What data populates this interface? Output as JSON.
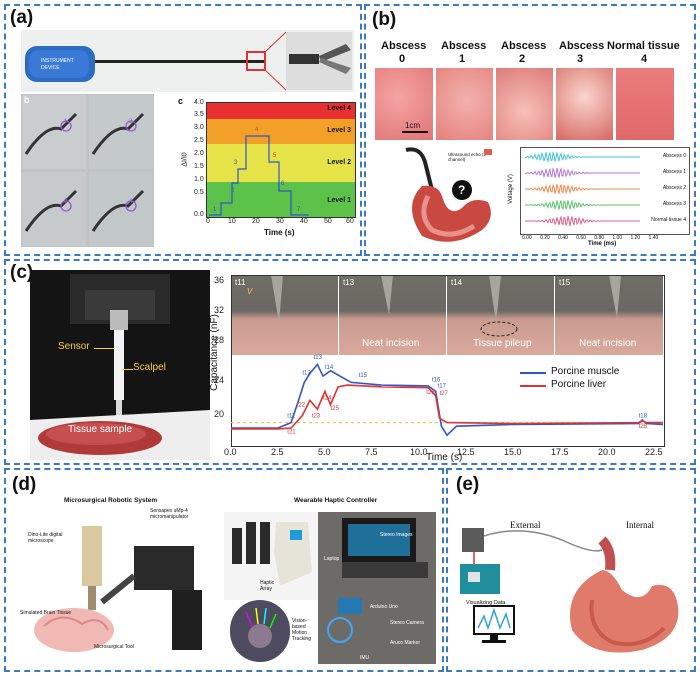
{
  "panels": {
    "a": {
      "label": "(a)"
    },
    "b": {
      "label": "(b)"
    },
    "c": {
      "label": "(c)"
    },
    "d": {
      "label": "(d)"
    },
    "e": {
      "label": "(e)"
    }
  },
  "panel_a": {
    "inset_b_label": "b",
    "inset_c_label": "c",
    "photo_markers": [
      "1",
      "2",
      "3",
      "4"
    ],
    "chart": {
      "ylabel": "ΔI/I0",
      "xlabel": "Time (s)",
      "levels": [
        "Level 1",
        "Level 2",
        "Level 3",
        "Level 4"
      ],
      "y_ticks": [
        "0.0",
        "0.5",
        "1.0",
        "1.5",
        "2.0",
        "2.5",
        "3.0",
        "3.5",
        "4.0"
      ],
      "x_ticks": [
        "0",
        "10",
        "20",
        "30",
        "40",
        "50",
        "60"
      ],
      "markers": [
        "1",
        "2",
        "3",
        "4",
        "5",
        "6",
        "7"
      ]
    }
  },
  "panel_b": {
    "tissue_labels": [
      {
        "title": "Abscess",
        "num": "0"
      },
      {
        "title": "Abscess",
        "num": "1"
      },
      {
        "title": "Abscess",
        "num": "2"
      },
      {
        "title": "Abscess",
        "num": "3"
      },
      {
        "title": "Normal tissue",
        "num": "4"
      }
    ],
    "scale_label": "1cm",
    "probe_label": "Ultrasound echo (1 channel)",
    "question_mark": "?",
    "signal": {
      "ylabel": "Voltage (V)",
      "xlabel": "Time (ms)",
      "rows": [
        "Abscess 0",
        "Abscess 1",
        "Abscess 2",
        "Abscess 3",
        "Normal tissue 4"
      ],
      "row_colors": [
        "#3ec7d6",
        "#b476d6",
        "#f08a4b",
        "#5cc26a",
        "#e35d8a"
      ],
      "x_ticks": [
        "0.00",
        "0.20",
        "0.40",
        "0.60",
        "0.80",
        "1.00",
        "1.20",
        "1.40"
      ]
    }
  },
  "panel_c": {
    "photo_labels": {
      "sensor": "Sensor",
      "scalpel": "Scalpel",
      "tissue": "Tissue sample"
    },
    "strip_labels": [
      "t11",
      "t13",
      "t14",
      "t15"
    ],
    "v_label": "V",
    "strip_captions": [
      "Neat incision",
      "Tissue pileup",
      "Neat incision"
    ],
    "ylabel": "Capacitance (nF)",
    "xlabel": "Time (s)",
    "y_ticks": [
      "20",
      "24",
      "28",
      "32",
      "36"
    ],
    "x_ticks": [
      "0.0",
      "2.5",
      "5.0",
      "7.5",
      "10.0",
      "12.5",
      "15.0",
      "17.5",
      "20.0",
      "22.5"
    ],
    "legend": [
      {
        "name": "Porcine muscle",
        "color": "#2f55c9"
      },
      {
        "name": "Porcine liver",
        "color": "#e03232"
      }
    ],
    "annotations_blue": [
      "t11",
      "t12",
      "t13",
      "t14",
      "t15",
      "t16",
      "t17",
      "t18"
    ],
    "annotations_red": [
      "t21",
      "t22",
      "t23",
      "t24",
      "t25",
      "t26",
      "t27",
      "t28"
    ]
  },
  "panel_d": {
    "left_title": "Microsurgical Robotic System",
    "right_title": "Wearable Haptic Controller",
    "left_labels": [
      "Dino-Lite digital microscope",
      "Sensapex uMp-4 micromanipulator",
      "Simulated Brain Tissue",
      "Microsurgical Tool"
    ],
    "right_labels": [
      "Haptic Array",
      "Vision-based Motion Tracking",
      "Stereo Images",
      "Laptop",
      "Arduino Uno",
      "Stereo Camera",
      "Aruco Marker",
      "IMU"
    ]
  },
  "panel_e": {
    "external": "External",
    "internal": "Internal",
    "visualizing": "Visualizing Data"
  }
}
